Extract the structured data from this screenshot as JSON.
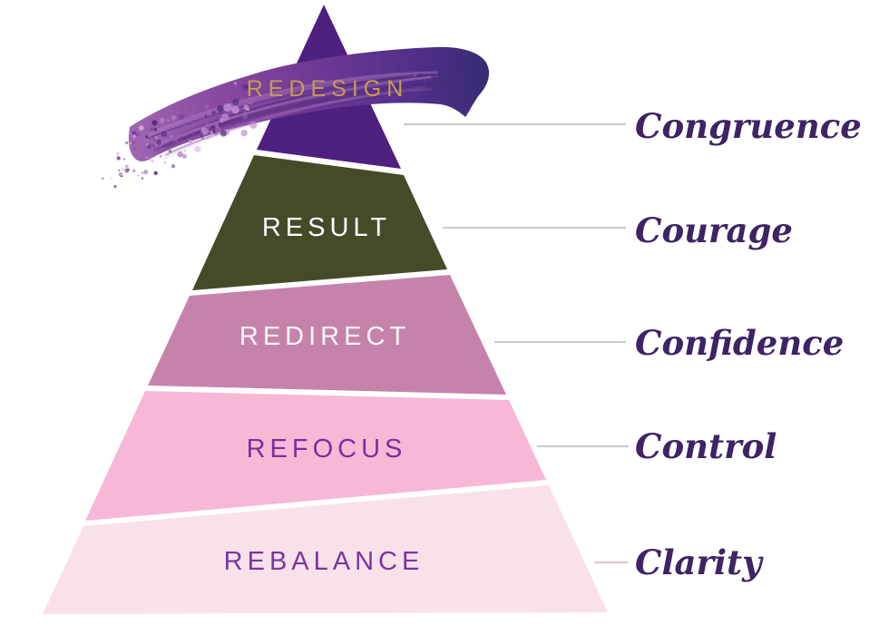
{
  "diagram": {
    "title": "Pyramid of the five R's with outcome annotations",
    "background_color": "#ffffff",
    "levels": [
      {
        "label": "REDESIGN",
        "band_color": "#4e207f",
        "label_color": "#c79c4f",
        "annotation": "Congruence",
        "connector_color": "#c9c8cd"
      },
      {
        "label": "RESULT",
        "band_color": "#454b28",
        "label_color": "#ffffff",
        "annotation": "Courage",
        "connector_color": "#c9c8cd"
      },
      {
        "label": "REDIRECT",
        "band_color": "#c583ab",
        "label_color": "#fdf6fa",
        "annotation": "Confidence",
        "connector_color": "#c9c8cd"
      },
      {
        "label": "REFOCUS",
        "band_color": "#f6b8d5",
        "label_color": "#7631a0",
        "annotation": "Control",
        "connector_color": "#c9c8cd"
      },
      {
        "label": "REBALANCE",
        "band_color": "#f9e1ea",
        "label_color": "#7a35a2",
        "annotation": "Clarity",
        "connector_color": "#d8c5cf"
      }
    ],
    "annotation_color": "#3e2365",
    "brush": {
      "gradient": [
        "#a268b2",
        "#8a4aa2",
        "#713a95",
        "#53308a",
        "#392a72"
      ],
      "streak_dark": "#4b2574",
      "streak_light": "#b887c6",
      "sparkle_colors": [
        "#d9aade",
        "#c08ed0",
        "#9a5fae",
        "#6f3a96",
        "#552d82"
      ]
    }
  }
}
